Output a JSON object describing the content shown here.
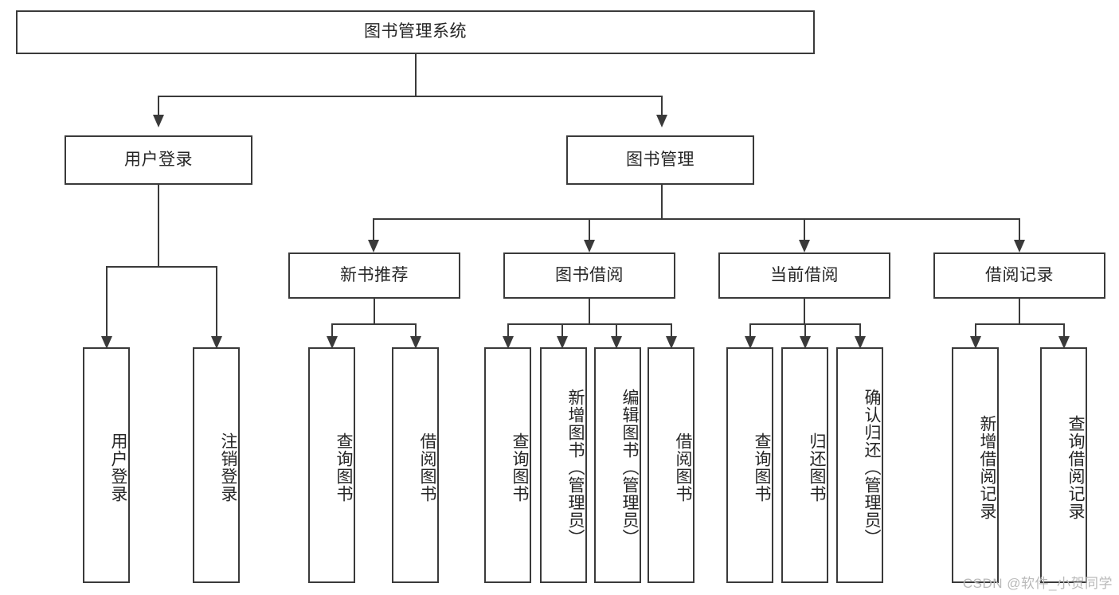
{
  "diagram": {
    "type": "tree-hierarchy",
    "title": "图书管理系统",
    "watermark": "CSDN @软件_小贺同学",
    "colors": {
      "stroke": "#3a3a3a",
      "fill": "#ffffff",
      "text": "#262626",
      "watermark": "#b9b9b9"
    },
    "nodes": {
      "root": {
        "label": "图书管理系统"
      },
      "level2": [
        {
          "id": "user-login",
          "label": "用户登录"
        },
        {
          "id": "book-manage",
          "label": "图书管理"
        }
      ],
      "level3": [
        {
          "id": "new-book-recommend",
          "label": "新书推荐"
        },
        {
          "id": "book-borrow",
          "label": "图书借阅"
        },
        {
          "id": "current-borrow",
          "label": "当前借阅"
        },
        {
          "id": "borrow-record",
          "label": "借阅记录"
        }
      ],
      "leaves": {
        "user-login": [
          {
            "id": "leaf-user-login",
            "label": "用户登录"
          },
          {
            "id": "leaf-logout-login",
            "label": "注销登录"
          }
        ],
        "new-book-recommend": [
          {
            "id": "leaf-query-book-1",
            "label": "查询图书"
          },
          {
            "id": "leaf-borrow-book-1",
            "label": "借阅图书"
          }
        ],
        "book-borrow": [
          {
            "id": "leaf-query-book-2",
            "label": "查询图书"
          },
          {
            "id": "leaf-add-book",
            "label": "新增图书（管理员）"
          },
          {
            "id": "leaf-edit-book",
            "label": "编辑图书（管理员）"
          },
          {
            "id": "leaf-borrow-book-2",
            "label": "借阅图书"
          }
        ],
        "current-borrow": [
          {
            "id": "leaf-query-book-3",
            "label": "查询图书"
          },
          {
            "id": "leaf-return-book",
            "label": "归还图书"
          },
          {
            "id": "leaf-confirm-return",
            "label": "确认归还（管理员）"
          }
        ],
        "borrow-record": [
          {
            "id": "leaf-add-record",
            "label": "新增借阅记录"
          },
          {
            "id": "leaf-query-record",
            "label": "查询借阅记录"
          }
        ]
      }
    }
  }
}
